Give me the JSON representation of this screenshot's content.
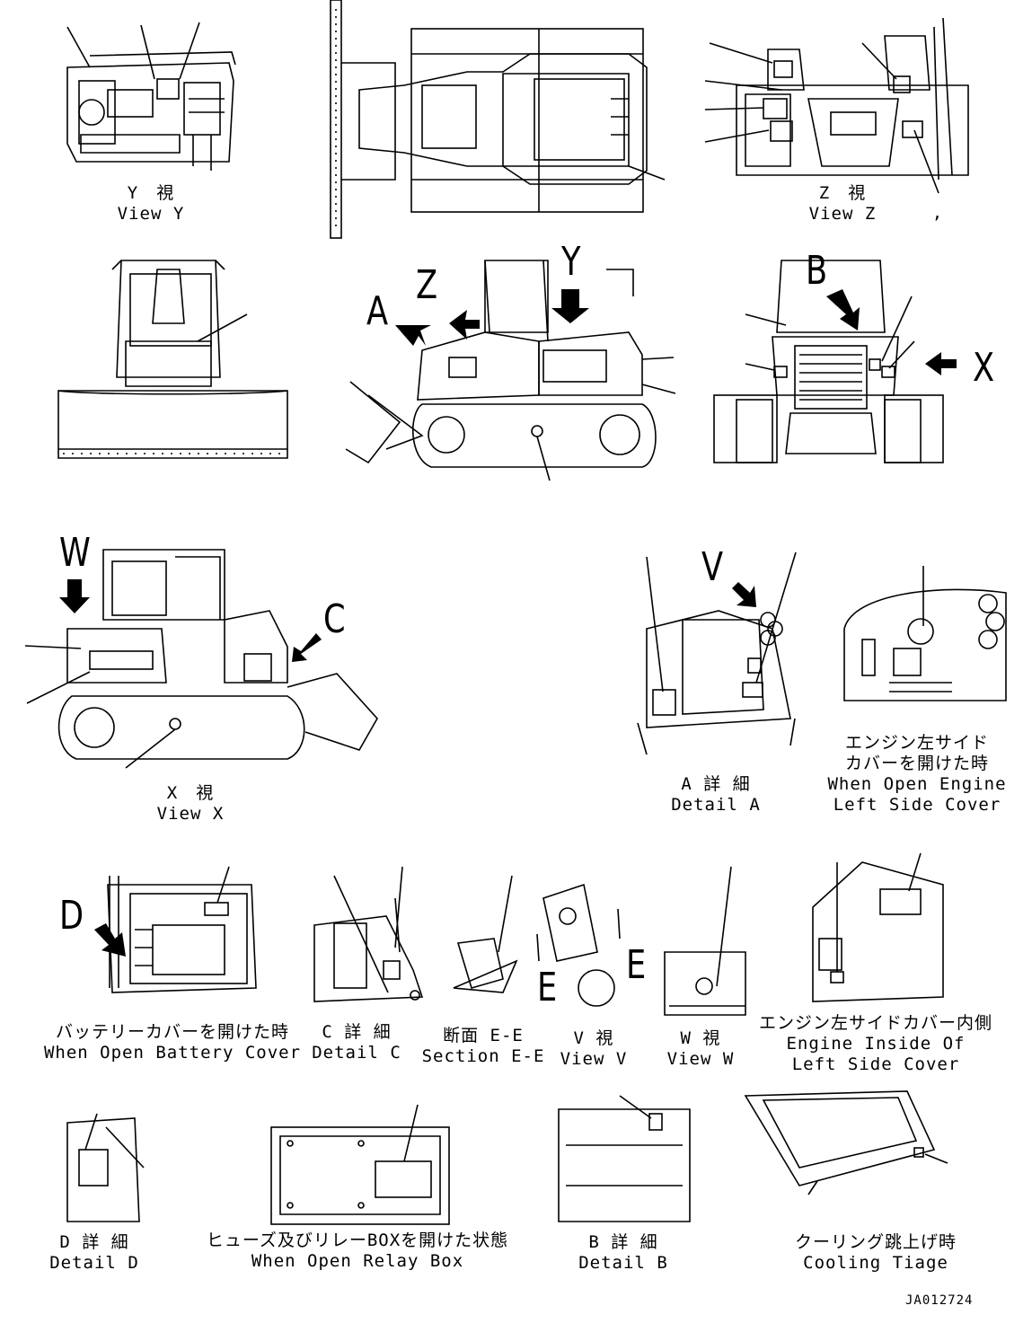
{
  "views": {
    "view_y": {
      "jp": "Y　視",
      "en": "View Y"
    },
    "view_z": {
      "jp": "Z　視",
      "en": "View Z"
    },
    "view_x": {
      "jp": "X　視",
      "en": "View X"
    },
    "detail_a": {
      "jp": "A 詳 細",
      "en": "Detail A"
    },
    "engine_left_cover": {
      "jp1": "エンジン左サイド",
      "jp2": "カバーを開けた時",
      "en1": "When Open Engine",
      "en2": "Left Side Cover"
    },
    "battery_cover": {
      "jp": "バッテリーカバーを開けた時",
      "en": "When Open Battery Cover"
    },
    "detail_c": {
      "jp": "C 詳 細",
      "en": "Detail C"
    },
    "section_ee": {
      "jp": "断面 E-E",
      "en": "Section E-E"
    },
    "view_v": {
      "jp": "V 視",
      "en": "View V"
    },
    "view_w": {
      "jp": "W 視",
      "en": "View W"
    },
    "engine_inside": {
      "jp": "エンジン左サイドカバー内側",
      "en1": "Engine Inside Of",
      "en2": "Left Side Cover"
    },
    "detail_d": {
      "jp": "D 詳 細",
      "en": "Detail D"
    },
    "relay_box": {
      "jp": "ヒューズ及びリレーBOXを開けた状態",
      "en": "When Open Relay Box"
    },
    "detail_b": {
      "jp": "B 詳 細",
      "en": "Detail B"
    },
    "cooling": {
      "jp": "クーリング跳上げ時",
      "en": "Cooling Tiage"
    }
  },
  "view_letters": {
    "a": "A",
    "z": "Z",
    "y": "Y",
    "b": "B",
    "x": "X",
    "w": "W",
    "c": "C",
    "v": "V",
    "d": "D",
    "e1": "E",
    "e2": "E"
  },
  "drawing_code": "JA012724",
  "stray_mark": ","
}
